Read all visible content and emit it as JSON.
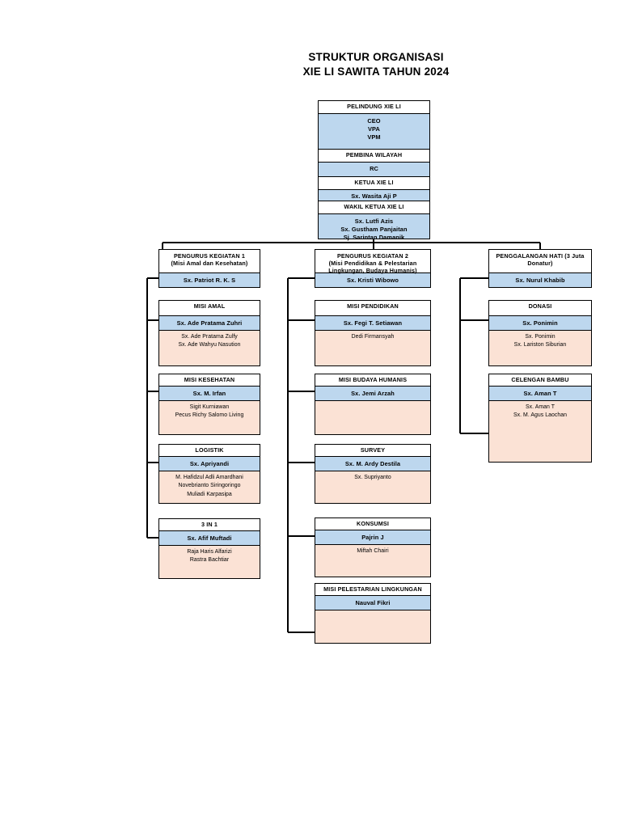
{
  "title": {
    "line1": "STRUKTUR ORGANISASI",
    "line2": "XIE LI SAWITA TAHUN 2024"
  },
  "colors": {
    "leader_fill": "#bdd7ee",
    "member_fill": "#fbe2d5",
    "header_fill": "#ffffff",
    "border": "#000000"
  },
  "top_chain": [
    {
      "header": "PELINDUNG XIE LI",
      "leaders": [
        "CEO",
        "VPA",
        "VPM"
      ],
      "members": []
    },
    {
      "header": "PEMBINA WILAYAH",
      "leaders": [
        "RC"
      ],
      "members": []
    },
    {
      "header": "KETUA XIE LI",
      "leaders": [
        "Sx. Wasita Aji P"
      ],
      "members": []
    },
    {
      "header": "WAKIL KETUA XIE LI",
      "leaders": [
        "Sx. Lutfi Azis",
        "Sx. Gustham Panjaitan",
        "Sj. Sarintan Damanik"
      ],
      "members": []
    }
  ],
  "branches": [
    {
      "id": "branch-1",
      "header_lines": [
        "PENGURUS KEGIATAN 1",
        "(Misi Amal dan Kesehatan)"
      ],
      "leaders": [
        "Sx. Patriot R. K. S"
      ],
      "children": [
        {
          "header_lines": [
            "MISI AMAL"
          ],
          "leaders": [
            "Sx. Ade Pratama Zuhri"
          ],
          "members": [
            "Sx. Ade Pratama Zulfy",
            "Sx. Ade Wahyu Nasution"
          ]
        },
        {
          "header_lines": [
            "MISI KESEHATAN"
          ],
          "leaders": [
            "Sx. M. Irfan"
          ],
          "members": [
            "Sigit Kurniawan",
            "Pecus Richy Salomo Living"
          ]
        },
        {
          "header_lines": [
            "LOGISTIK"
          ],
          "leaders": [
            "Sx. Apriyandi"
          ],
          "members": [
            "M. Hafidzul Adli Amardhani",
            "Novebrianto Siringoringo",
            "Muliadi Karpasipa"
          ]
        },
        {
          "header_lines": [
            "3 IN 1"
          ],
          "leaders": [
            "Sx. Afif Muftadi"
          ],
          "members": [
            "Raja Haris Alfarizi",
            "Rastra Bachtiar"
          ]
        }
      ]
    },
    {
      "id": "branch-2",
      "header_lines": [
        "PENGURUS KEGIATAN 2",
        "(Misi Pendidikan & Pelestarian",
        "Lingkungan, Budaya Humanis)"
      ],
      "leaders": [
        "Sx. Kristi Wibowo"
      ],
      "children": [
        {
          "header_lines": [
            "MISI PENDIDIKAN"
          ],
          "leaders": [
            "Sx. Fegi T. Setiawan"
          ],
          "members": [
            "Dedi Firmansyah"
          ]
        },
        {
          "header_lines": [
            "MISI BUDAYA HUMANIS"
          ],
          "leaders": [
            "Sx. Jemi Arzah"
          ],
          "members": []
        },
        {
          "header_lines": [
            "SURVEY"
          ],
          "leaders": [
            "Sx. M. Ardy Destila"
          ],
          "members": [
            "Sx. Supriyanto"
          ]
        },
        {
          "header_lines": [
            "KONSUMSI"
          ],
          "leaders": [
            "Pajrin J"
          ],
          "members": [
            "Miftah Chairi"
          ]
        },
        {
          "header_lines": [
            "MISI PELESTARIAN LINGKUNGAN"
          ],
          "leaders": [
            "Nauval Fikri"
          ],
          "members": []
        }
      ]
    },
    {
      "id": "branch-3",
      "header_lines": [
        "PENGGALANGAN HATI (3 Juta",
        "Donatur)"
      ],
      "leaders": [
        "Sx. Nurul Khabib"
      ],
      "children": [
        {
          "header_lines": [
            "DONASI"
          ],
          "leaders": [
            "Sx. Ponimin"
          ],
          "members": [
            "Sx. Ponimin",
            "Sx. Lariston Siburian"
          ]
        },
        {
          "header_lines": [
            "CELENGAN BAMBU"
          ],
          "leaders": [
            "Sx. Aman T"
          ],
          "members": [
            "Sx. Aman T",
            "Sx. M. Agus Laochan"
          ]
        }
      ]
    }
  ]
}
